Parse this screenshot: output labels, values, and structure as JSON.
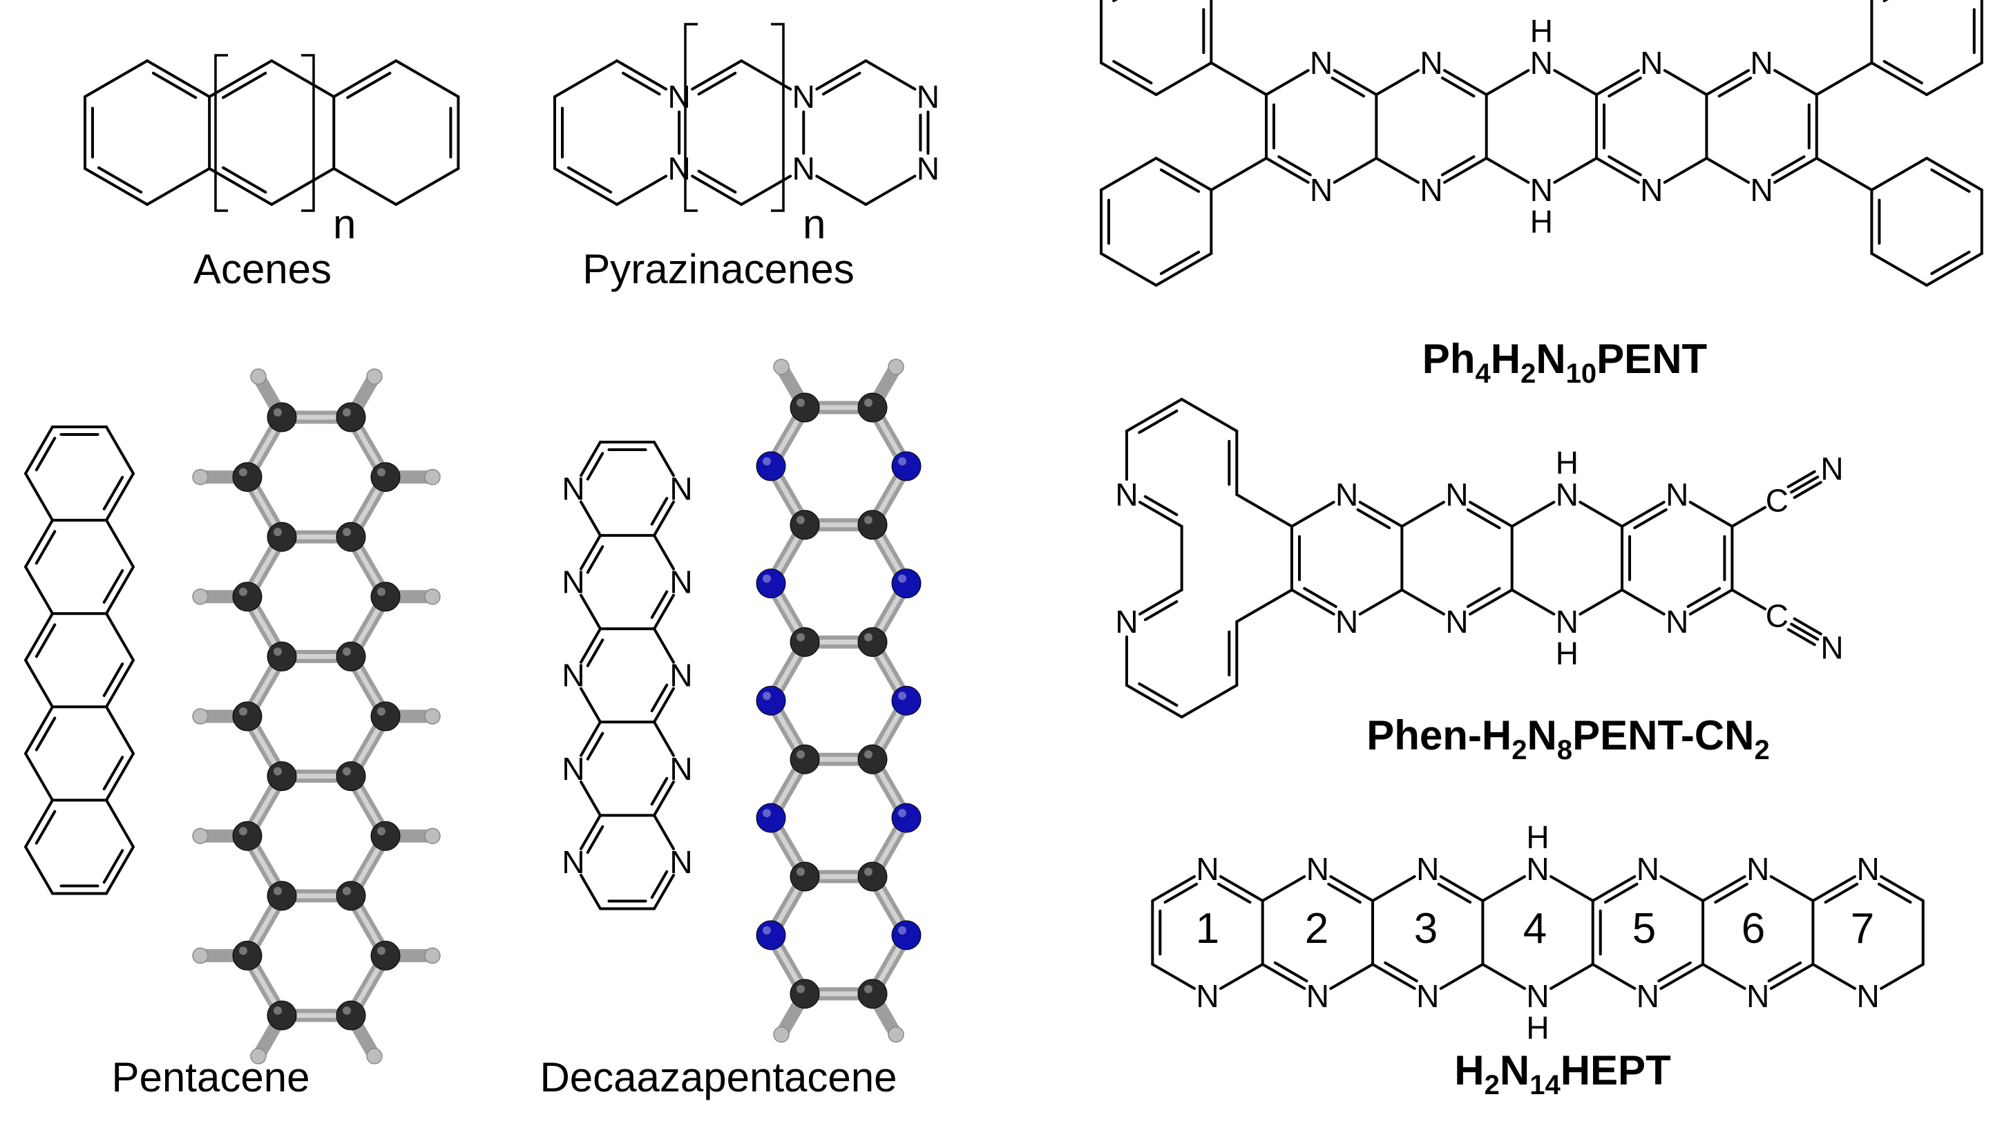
{
  "panels": {
    "acenes": {
      "caption": "Acenes",
      "repeat_label": "n"
    },
    "pyrazinacenes": {
      "caption": "Pyrazinacenes",
      "repeat_label": "n"
    },
    "pentacene": {
      "caption": "Pentacene"
    },
    "decaazapentacene": {
      "caption": "Decaazapentacene"
    },
    "ph4": {
      "label_parts": [
        "Ph",
        "4",
        "H",
        "2",
        "N",
        "10",
        "PENT"
      ]
    },
    "phen": {
      "label_parts": [
        "Phen-H",
        "2",
        "N",
        "8",
        "PENT-CN",
        "2"
      ]
    },
    "hept": {
      "label_parts": [
        "H",
        "2",
        "N",
        "14",
        "HEPT"
      ],
      "ring_numbers": [
        "1",
        "2",
        "3",
        "4",
        "5",
        "6",
        "7"
      ]
    }
  },
  "atoms": {
    "nitrogen": "N",
    "hydrogen": "H",
    "carbon": "C"
  },
  "colors": {
    "carbon_ball": "#2b2b2b",
    "nitrogen_ball": "#1010b0",
    "hydrogen_ball": "#bdbdbd",
    "bond_stick": "#9e9e9e"
  }
}
